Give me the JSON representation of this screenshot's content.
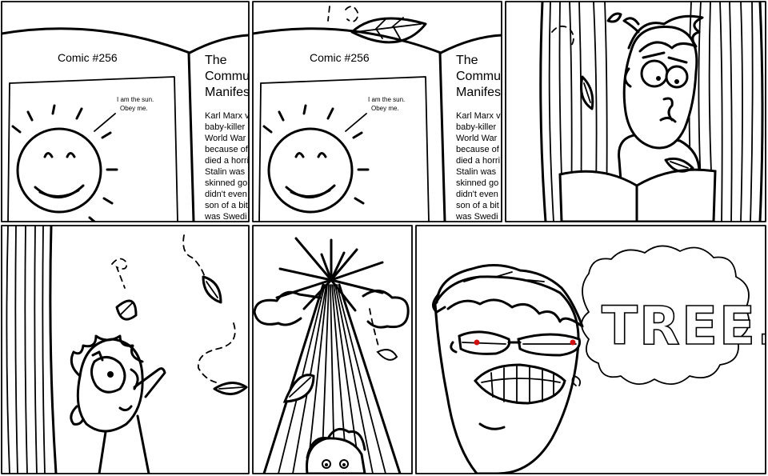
{
  "comic": {
    "panel1": {
      "page_title": "Comic #256",
      "sun_speech": [
        "I am the sun.",
        "Obey me."
      ],
      "book_heading": [
        "The",
        "Commu",
        "Manifes"
      ],
      "book_body": [
        "Karl Marx v",
        "baby-killer",
        "World War",
        "because of",
        "died a horri",
        "Stalin was",
        "skinned go",
        "didn't even",
        "son of a bit",
        "was Swedi"
      ]
    },
    "panel2": {
      "page_title": "Comic #256",
      "sun_speech": [
        "I am the sun.",
        "Obey me."
      ],
      "book_heading": [
        "The",
        "Commu",
        "Manifes"
      ],
      "book_body": [
        "Karl Marx v",
        "baby-killer",
        "World War",
        "because of",
        "died a horri",
        "Stalin was",
        "skinned go",
        "didn't even",
        "son of a bit",
        "was Swedi"
      ]
    },
    "panel6": {
      "thought": "TREE..."
    }
  },
  "colors": {
    "ink": "#000000",
    "paper": "#ffffff",
    "eye_glow": "#d01010"
  }
}
